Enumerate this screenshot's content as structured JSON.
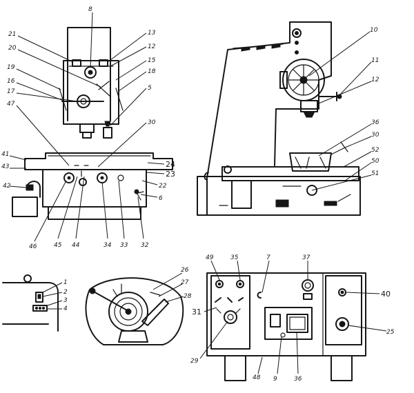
{
  "views": {
    "front": {
      "labels": [
        "8",
        "21",
        "20",
        "19",
        "16",
        "17",
        "47",
        "41",
        "43",
        "42",
        "46",
        "45",
        "44",
        "34",
        "33",
        "32",
        "6",
        "22",
        "23",
        "24",
        "30",
        "5",
        "18",
        "15",
        "12",
        "13"
      ]
    },
    "side": {
      "labels": [
        "10",
        "11",
        "12",
        "36",
        "30",
        "52",
        "50",
        "51"
      ]
    },
    "detail_a": {
      "labels": [
        "1",
        "2",
        "3",
        "4"
      ]
    },
    "detail_b": {
      "labels": [
        "26",
        "27",
        "28"
      ]
    },
    "panel": {
      "labels": [
        "49",
        "35",
        "7",
        "37",
        "40",
        "31",
        "25",
        "29",
        "48",
        "9",
        "36"
      ]
    }
  }
}
